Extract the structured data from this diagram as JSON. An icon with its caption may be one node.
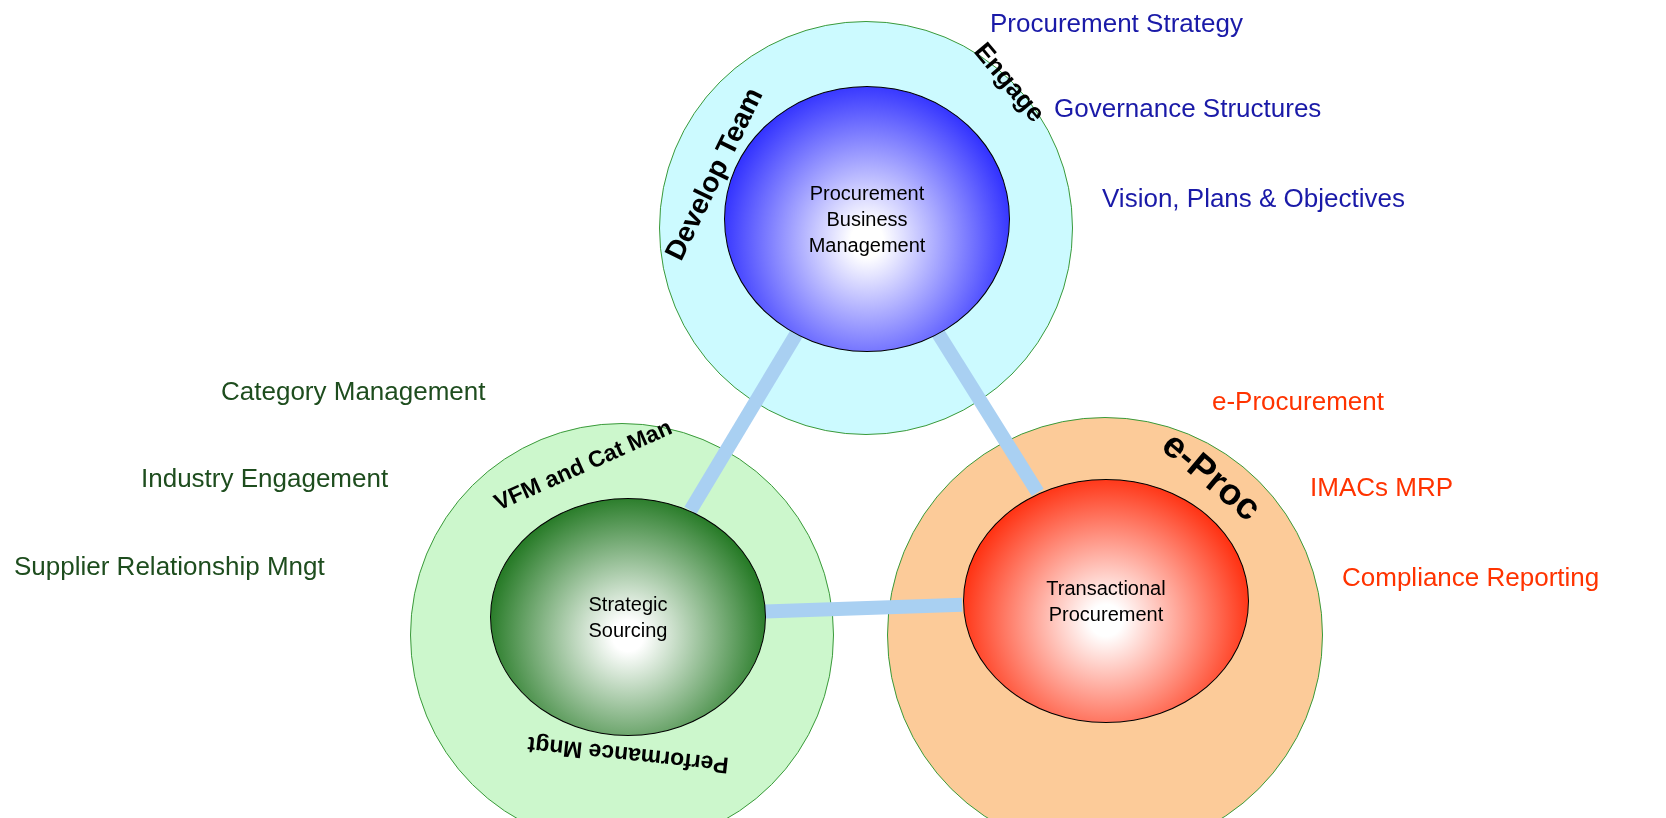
{
  "diagram": {
    "nodes": [
      {
        "text": [
          "Develop Team",
          "Engage"
        ],
        "beside": [
          "Procurement Strategy",
          "Governance Structures",
          "Vision, Plans & Objectives"
        ]
      },
      {
        "text": [
          "Procurement Business Management"
        ],
        "in": 0
      },
      {
        "text": [
          "VFM and Cat Man",
          "Performance Mngt"
        ],
        "beside": [
          "Category Management",
          "Industry Engagement",
          "Supplier Relationship Mngt"
        ]
      },
      {
        "text": [
          "Strategic Sourcing"
        ],
        "in": 2
      },
      {
        "text": [
          "e-Proc"
        ],
        "beside": [
          "e-Procurement",
          "IMACs MRP",
          "Compliance Reporting"
        ]
      },
      {
        "text": [
          "Transactional Procurement"
        ],
        "in": 4
      }
    ],
    "edges": [
      {
        "from": 1,
        "to": 3,
        "arrow": "none"
      },
      {
        "from": 1,
        "to": 5,
        "arrow": "none"
      },
      {
        "from": 3,
        "to": 5,
        "arrow": "none"
      }
    ]
  }
}
